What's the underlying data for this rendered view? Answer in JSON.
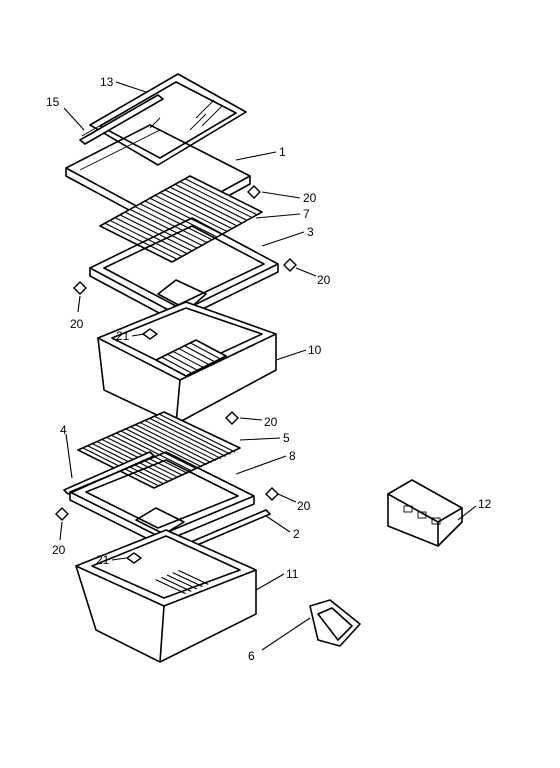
{
  "callouts": [
    {
      "id": "c13",
      "text": "13"
    },
    {
      "id": "c15",
      "text": "15"
    },
    {
      "id": "c1",
      "text": "1"
    },
    {
      "id": "c20a",
      "text": "20"
    },
    {
      "id": "c7",
      "text": "7"
    },
    {
      "id": "c3",
      "text": "3"
    },
    {
      "id": "c20b",
      "text": "20"
    },
    {
      "id": "c20c",
      "text": "20"
    },
    {
      "id": "c21a",
      "text": "21"
    },
    {
      "id": "c10",
      "text": "10"
    },
    {
      "id": "c20d",
      "text": "20"
    },
    {
      "id": "c4",
      "text": "4"
    },
    {
      "id": "c5",
      "text": "5"
    },
    {
      "id": "c8",
      "text": "8"
    },
    {
      "id": "c20e",
      "text": "20"
    },
    {
      "id": "c12",
      "text": "12"
    },
    {
      "id": "c2",
      "text": "2"
    },
    {
      "id": "c20f",
      "text": "20"
    },
    {
      "id": "c21b",
      "text": "21"
    },
    {
      "id": "c11",
      "text": "11"
    },
    {
      "id": "c6",
      "text": "6"
    }
  ]
}
